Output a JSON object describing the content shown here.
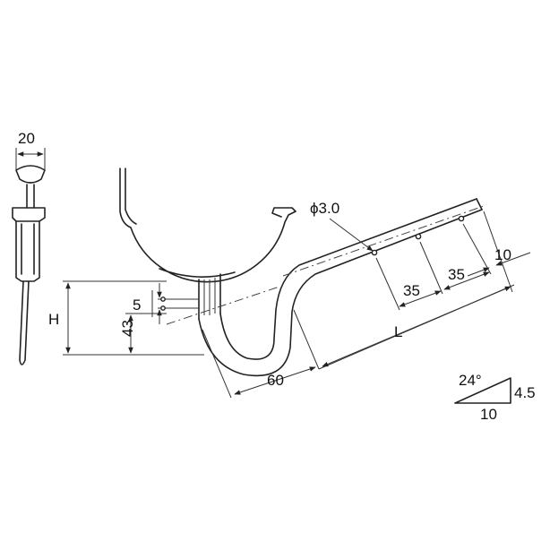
{
  "dimensions": {
    "width_top": "20",
    "H": "H",
    "d5": "5",
    "d43": "43",
    "d60": "60",
    "L": "L",
    "d35a": "35",
    "d35b": "35",
    "d10": "10",
    "hole": "ϕ3.0"
  },
  "slope": {
    "angle": "24°",
    "rise": "4.5",
    "run": "10"
  }
}
